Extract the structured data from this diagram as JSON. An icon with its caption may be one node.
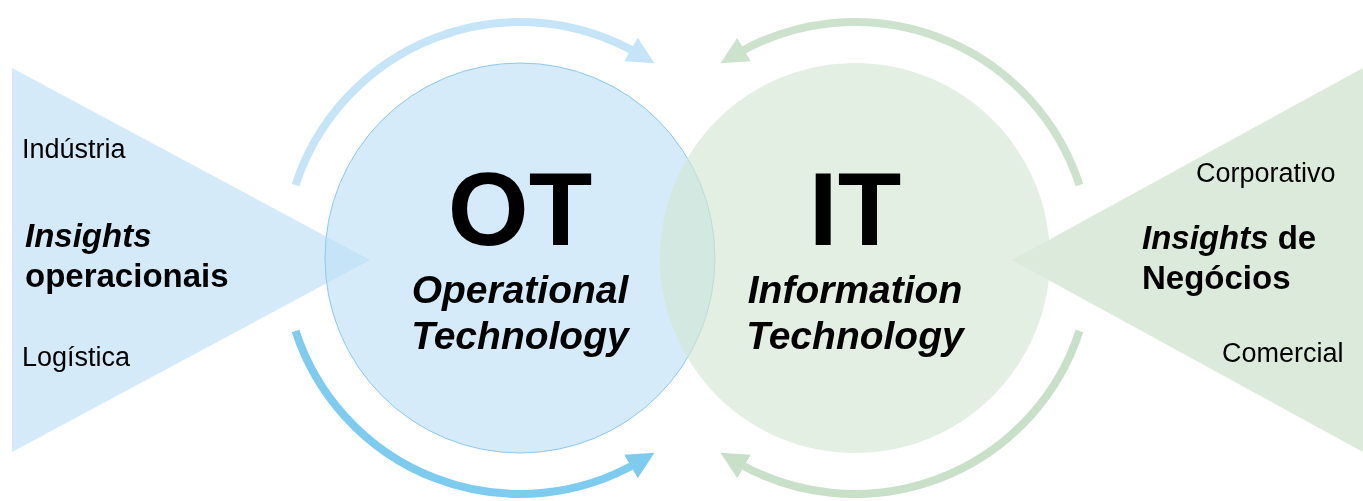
{
  "diagram": {
    "nodes": [
      {
        "text": [
          "Indústria",
          "*Insights* operacionais",
          "Logística"
        ]
      },
      {
        "text": [
          "OT",
          "Operational Technology"
        ]
      },
      {
        "text": [
          "IT",
          "Information Technology"
        ]
      },
      {
        "text": [
          "Corporativo",
          "*Insights* de Negócios",
          "Comercial"
        ]
      }
    ],
    "edges": []
  }
}
